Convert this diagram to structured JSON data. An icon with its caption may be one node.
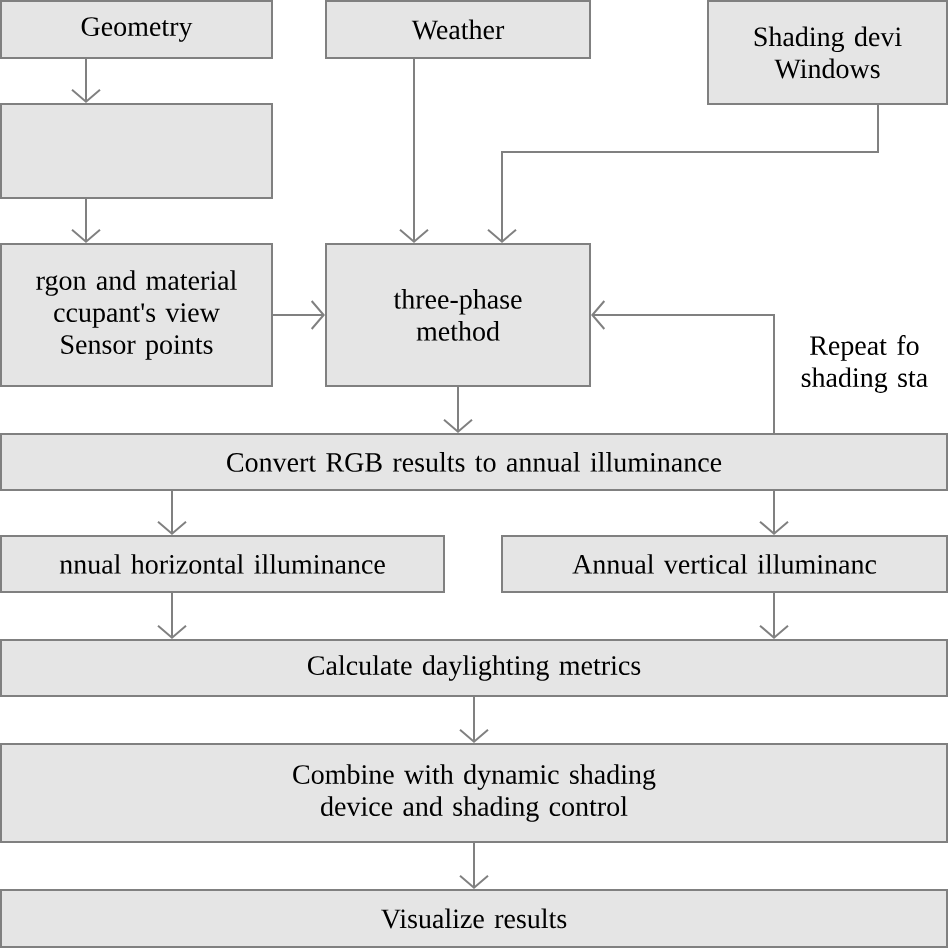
{
  "diagram": {
    "nodes": [
      {
        "text": [
          "Geometry"
        ]
      },
      {
        "text": [
          "Weather"
        ]
      },
      {
        "text": [
          "Shading devi Windows"
        ]
      },
      {
        "text": [],
        "shape": "box"
      },
      {
        "text": [
          "rgon and material ccupant's view Sensor points"
        ]
      },
      {
        "text": [
          "three-phase method"
        ]
      },
      {
        "text": [
          "Convert RGB results to annual illuminance"
        ]
      },
      {
        "text": [
          "nnual horizontal illuminance"
        ]
      },
      {
        "text": [
          "Annual vertical illuminanc"
        ]
      },
      {
        "text": [
          "Calculate daylighting metrics"
        ]
      },
      {
        "text": [
          "Combine with dynamic shading device and shading control"
        ]
      },
      {
        "text": [
          "Visualize results"
        ]
      }
    ],
    "edges": [
      {
        "from": 0,
        "to": 3,
        "arrow": "to"
      },
      {
        "from": 3,
        "to": 4,
        "arrow": "to"
      },
      {
        "from": 4,
        "to": 5,
        "arrow": "to"
      },
      {
        "from": 1,
        "to": 5,
        "arrow": "to"
      },
      {
        "from": 2,
        "to": 5,
        "arrow": "to"
      },
      {
        "from": 5,
        "to": 6,
        "arrow": "to"
      },
      {
        "from": 6,
        "to": 5,
        "arrow": "to",
        "label": "Repeat fo shading sta"
      },
      {
        "from": 6,
        "to": 7,
        "arrow": "to"
      },
      {
        "from": 6,
        "to": 8,
        "arrow": "to"
      },
      {
        "from": 7,
        "to": 9,
        "arrow": "to"
      },
      {
        "from": 8,
        "to": 9,
        "arrow": "to"
      },
      {
        "from": 9,
        "to": 10,
        "arrow": "to"
      },
      {
        "from": 10,
        "to": 11,
        "arrow": "to"
      }
    ]
  }
}
